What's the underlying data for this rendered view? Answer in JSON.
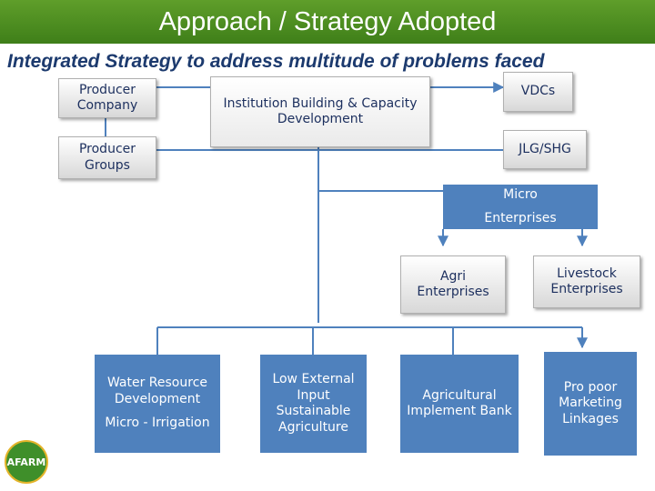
{
  "title": "Approach / Strategy Adopted",
  "subtitle": "Integrated Strategy to address multitude of problems faced",
  "nodes": {
    "producer_company": [
      "Producer",
      "Company"
    ],
    "producer_groups": [
      "Producer",
      "Groups"
    ],
    "institution_building": [
      "Institution Building & Capacity",
      "Development"
    ],
    "vdcs": [
      "VDCs"
    ],
    "jlg_shg": [
      "JLG/SHG"
    ],
    "micro_enterprises": [
      "Micro",
      "Enterprises"
    ],
    "agri_enterprises": [
      "Agri",
      "Enterprises"
    ],
    "livestock_enterprises": [
      "Livestock",
      "Enterprises"
    ],
    "water_resource": [
      "Water Resource",
      "Development"
    ],
    "micro_irrigation": "Micro - Irrigation",
    "low_external_input": [
      "Low External",
      "Input",
      "Sustainable",
      "Agriculture"
    ],
    "agri_implement_bank": [
      "Agricultural",
      "Implement Bank"
    ],
    "pro_poor_marketing": [
      "Pro poor",
      "Marketing",
      "Linkages"
    ]
  },
  "logo": {
    "text": "AFARM",
    "colors": {
      "fill": "#3f8f2a",
      "ring": "#e4b42a"
    }
  },
  "colors": {
    "header": "#4a8a1f",
    "accent_blue": "#4f81bd",
    "text_dark": "#1c2f5e",
    "line": "#4f81bd"
  }
}
